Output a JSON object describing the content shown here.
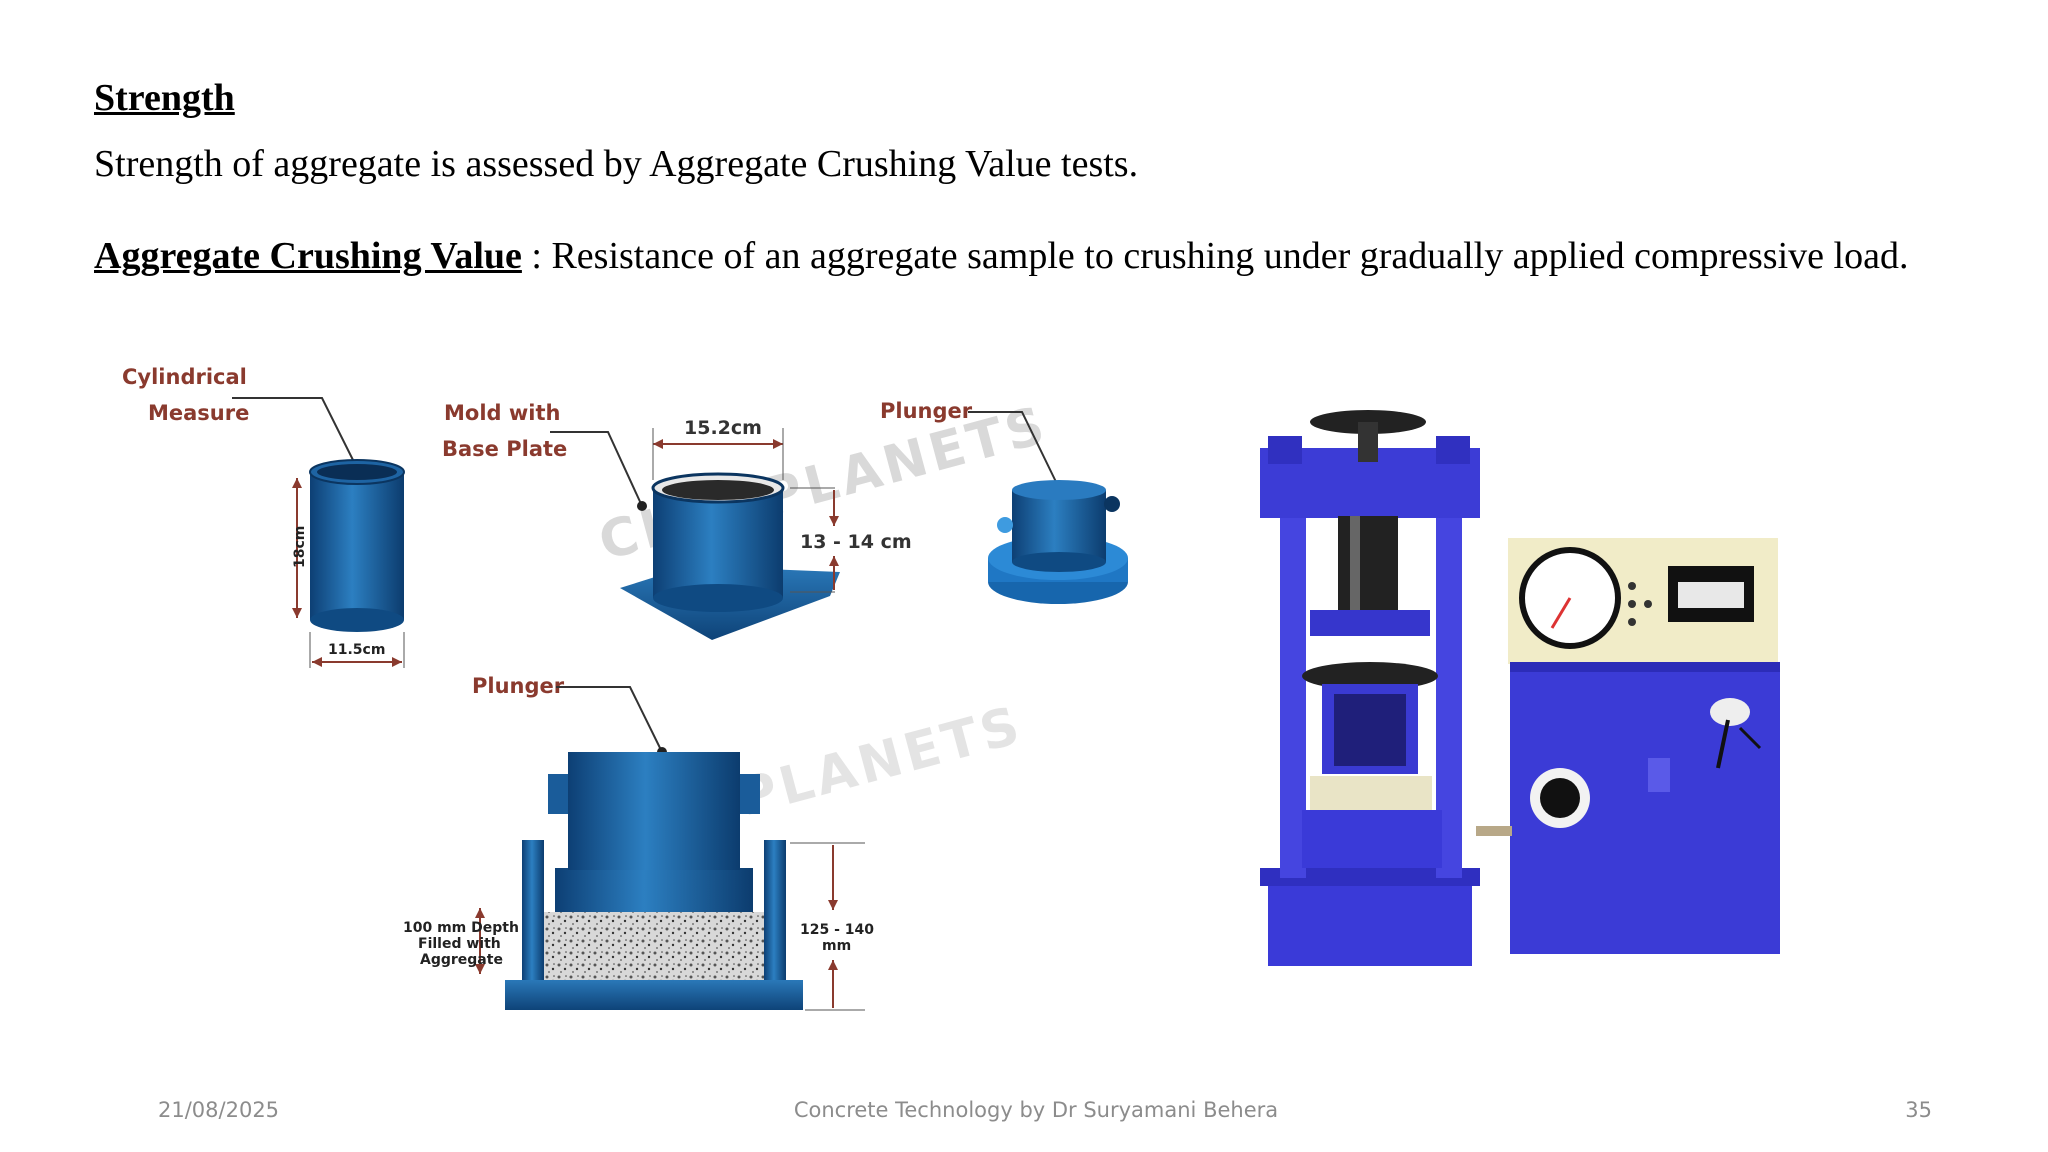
{
  "slide": {
    "heading": "Strength",
    "line1": "Strength of aggregate is assessed by Aggregate Crushing Value tests.",
    "term": "Aggregate Crushing Value",
    "definition": " : Resistance of an aggregate sample to crushing under gradually applied compressive load."
  },
  "diagram": {
    "cylindrical_measure_1": "Cylindrical",
    "cylindrical_measure_2": "Measure",
    "mold_1": "Mold with",
    "mold_2": "Base Plate",
    "plunger_top": "Plunger",
    "plunger_bottom": "Plunger",
    "dim_height_cyl": "18cm",
    "dim_width_cyl": "11.5cm",
    "dim_width_mold": "15.2cm",
    "dim_height_mold": "13 - 14 cm",
    "depth_1": "100 mm Depth",
    "depth_2": "Filled with",
    "depth_3": "Aggregate",
    "dim_total_1": "125 - 140",
    "dim_total_2": "mm",
    "watermark": "CIVILPLANETS"
  },
  "footer": {
    "date": "21/08/2025",
    "title": "Concrete Technology by Dr Suryamani Behera",
    "page": "35"
  }
}
